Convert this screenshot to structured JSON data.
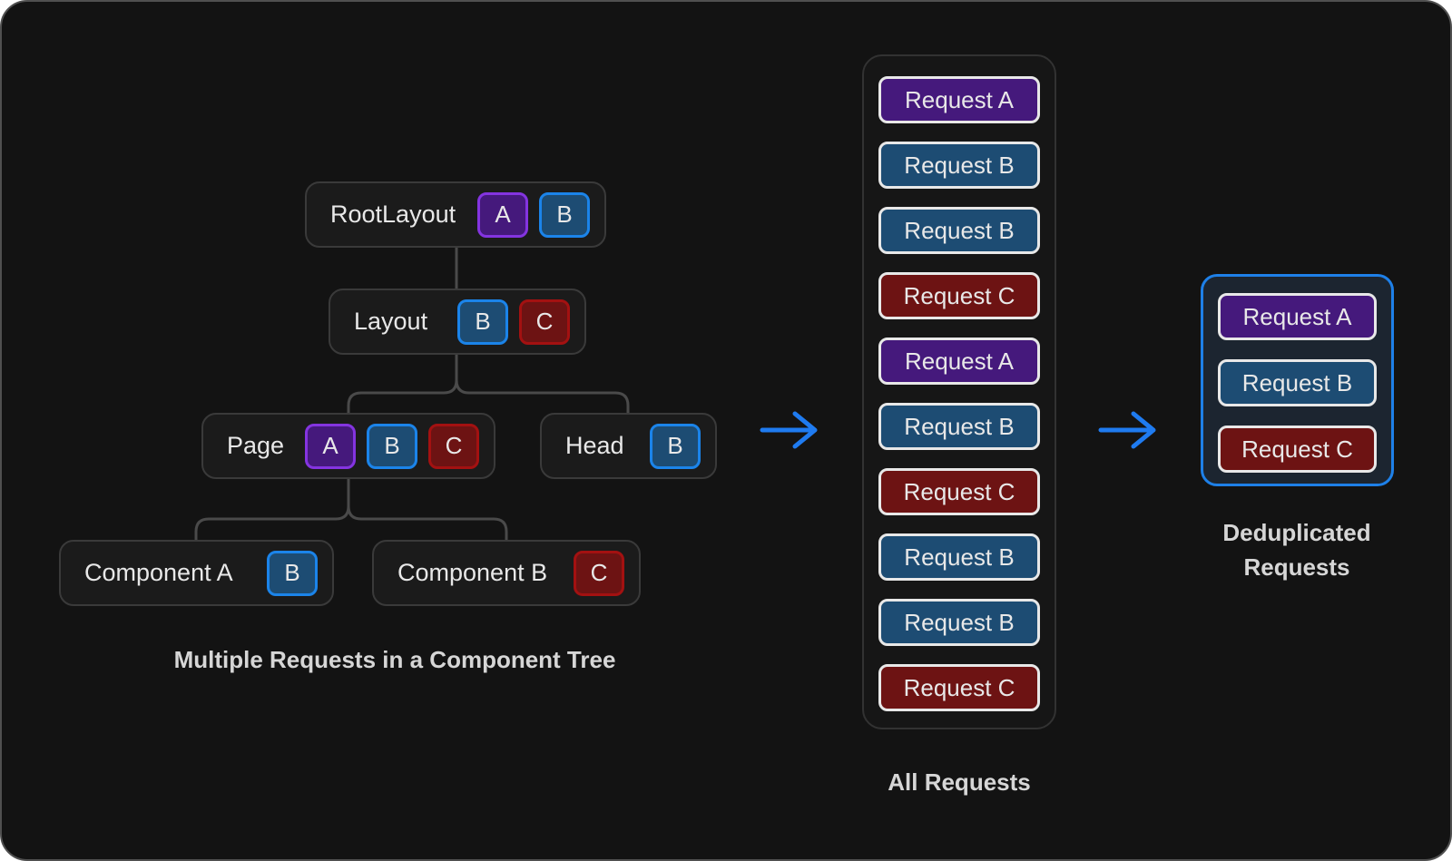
{
  "colors": {
    "frame_bg": "#131313",
    "frame_border": "#505050",
    "node_bg": "#1b1b1b",
    "node_border": "#3a3a3a",
    "column_bg": "#161616",
    "column_border": "#323232",
    "dedup_bg": "#1c2530",
    "dedup_border": "#1e80e8",
    "purple_bg": "#45197c",
    "purple_border": "#8434e0",
    "blue_bg": "#1d4c73",
    "blue_border": "#1b84ea",
    "red_bg": "#6d1313",
    "red_border": "#a31111",
    "arrow": "#1f7bf0",
    "connector": "#4a4a4a",
    "text": "#e8e8e8",
    "caption": "#d6d6d6"
  },
  "tree": {
    "caption": "Multiple Requests in a Component Tree",
    "nodes": [
      {
        "id": "rootlayout",
        "label": "RootLayout",
        "badges": [
          {
            "label": "A",
            "color": "purple"
          },
          {
            "label": "B",
            "color": "blue"
          }
        ]
      },
      {
        "id": "layout",
        "label": "Layout",
        "badges": [
          {
            "label": "B",
            "color": "blue"
          },
          {
            "label": "C",
            "color": "red"
          }
        ]
      },
      {
        "id": "page",
        "label": "Page",
        "badges": [
          {
            "label": "A",
            "color": "purple"
          },
          {
            "label": "B",
            "color": "blue"
          },
          {
            "label": "C",
            "color": "red"
          }
        ]
      },
      {
        "id": "head",
        "label": "Head",
        "badges": [
          {
            "label": "B",
            "color": "blue"
          }
        ]
      },
      {
        "id": "component-a",
        "label": "Component A",
        "badges": [
          {
            "label": "B",
            "color": "blue"
          }
        ]
      },
      {
        "id": "component-b",
        "label": "Component B",
        "badges": [
          {
            "label": "C",
            "color": "red"
          }
        ]
      }
    ]
  },
  "all_requests": {
    "caption": "All Requests",
    "items": [
      {
        "label": "Request A",
        "color": "purple"
      },
      {
        "label": "Request B",
        "color": "blue"
      },
      {
        "label": "Request B",
        "color": "blue"
      },
      {
        "label": "Request C",
        "color": "red"
      },
      {
        "label": "Request A",
        "color": "purple"
      },
      {
        "label": "Request B",
        "color": "blue"
      },
      {
        "label": "Request C",
        "color": "red"
      },
      {
        "label": "Request B",
        "color": "blue"
      },
      {
        "label": "Request B",
        "color": "blue"
      },
      {
        "label": "Request C",
        "color": "red"
      }
    ]
  },
  "deduplicated": {
    "caption": "Deduplicated Requests",
    "items": [
      {
        "label": "Request A",
        "color": "purple"
      },
      {
        "label": "Request B",
        "color": "blue"
      },
      {
        "label": "Request C",
        "color": "red"
      }
    ]
  }
}
